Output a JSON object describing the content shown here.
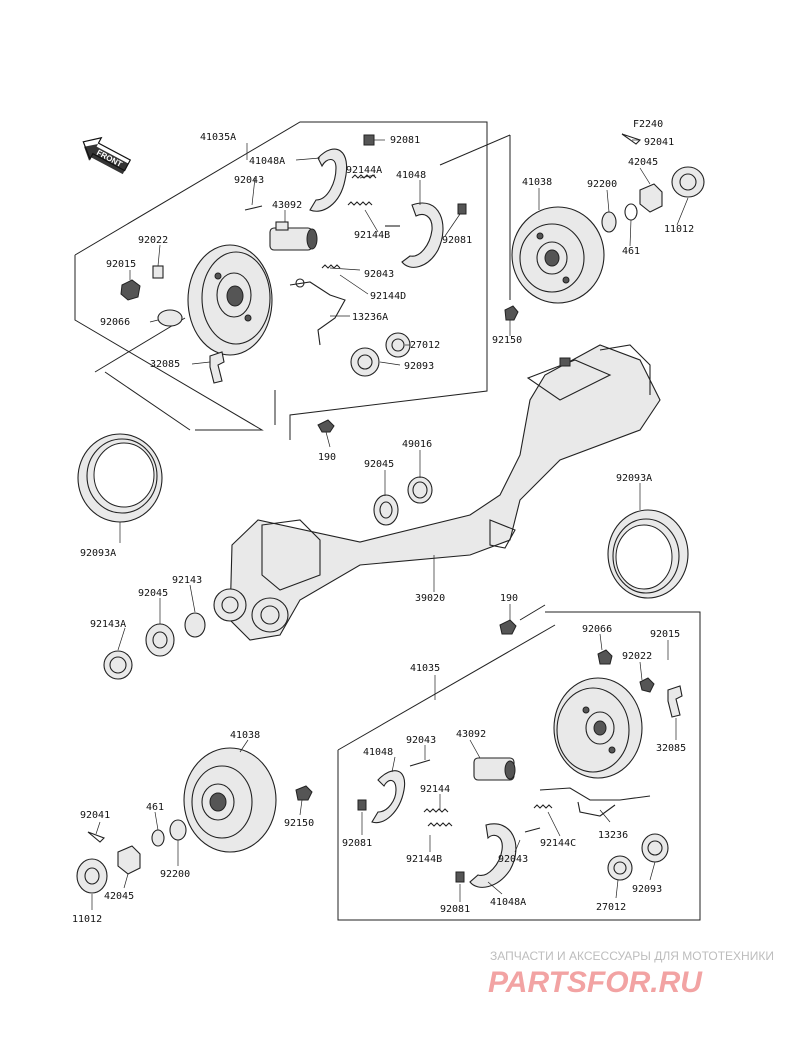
{
  "diagram": {
    "figure_code": "F2240",
    "front_label": "FRONT",
    "part_labels": [
      "41035A",
      "41048A",
      "92081",
      "92043",
      "43092",
      "92144A",
      "41048",
      "92144B",
      "92081",
      "92022",
      "92015",
      "92043",
      "92144D",
      "13236A",
      "92066",
      "27012",
      "92093",
      "32085",
      "190",
      "92045",
      "49016",
      "41038",
      "92200",
      "92041",
      "42045",
      "11012",
      "461",
      "92150",
      "92093A",
      "92093A",
      "39020",
      "92143",
      "92045",
      "92143A",
      "190",
      "41035",
      "92066",
      "92015",
      "92022",
      "32085",
      "41038",
      "43092",
      "92043",
      "41048",
      "92144",
      "92150",
      "92144C",
      "13236",
      "92081",
      "92144B",
      "92043",
      "92093",
      "27012",
      "92081",
      "41048A",
      "92041",
      "461",
      "92200",
      "42045",
      "11012"
    ]
  },
  "watermark": {
    "tagline": "ЗАПЧАСТИ И АКСЕССУАРЫ ДЛЯ МОТОТЕХНИКИ",
    "brand": "PARTSFOR.RU"
  }
}
